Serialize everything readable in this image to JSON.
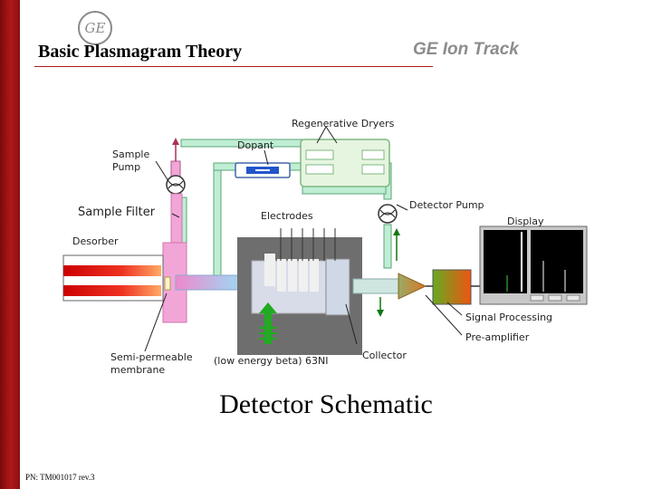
{
  "slide": {
    "logo_text": "GE",
    "title": "Basic Plasmagram Theory",
    "brand": "GE Ion Track",
    "caption": "Detector Schematic",
    "footer": "PN: TM001017 rev.3"
  },
  "diagram": {
    "labels": {
      "regenerative_dryers": "Regenerative Dryers",
      "dopant": "Dopant",
      "sample_pump_1": "Sample",
      "sample_pump_2": "Pump",
      "sample_filter": "Sample Filter",
      "desorber": "Desorber",
      "electrodes": "Electrodes",
      "detector_pump": "Detector Pump",
      "display": "Display",
      "signal_processing": "Signal Processing",
      "pre_amplifier": "Pre-amplifier",
      "collector": "Collector",
      "source": "(low energy beta) 63NI",
      "membrane_1": "Semi-permeable",
      "membrane_2": "membrane"
    }
  }
}
